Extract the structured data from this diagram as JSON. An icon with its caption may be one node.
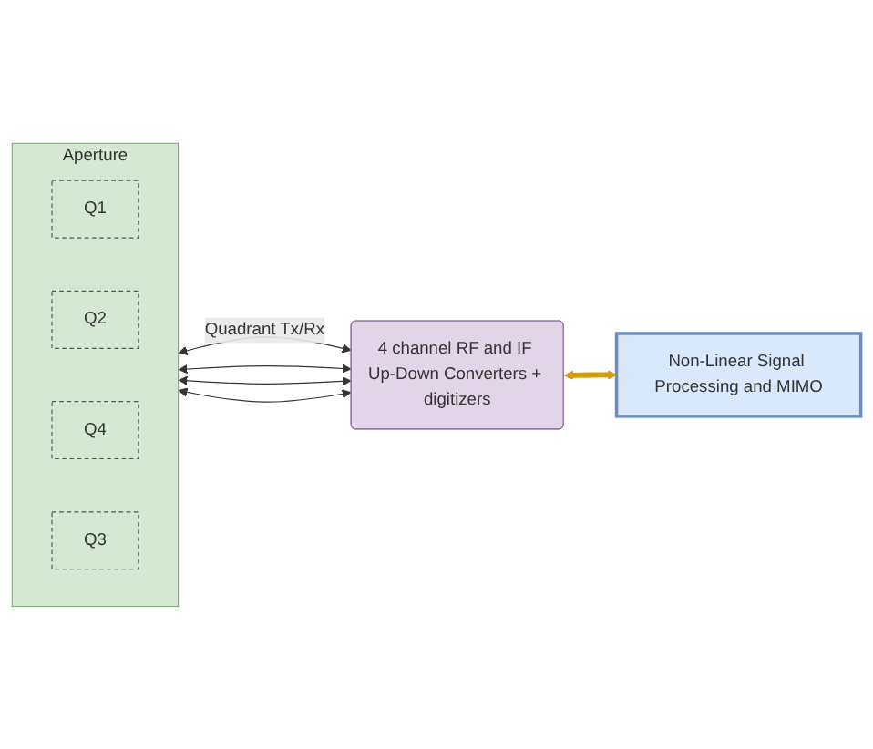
{
  "diagram": {
    "nodes": [
      {
        "text": [
          "Aperture"
        ]
      },
      {
        "text": [
          "Q1"
        ],
        "in": 0
      },
      {
        "text": [
          "Q2"
        ],
        "in": 0
      },
      {
        "text": [
          "Q4"
        ],
        "in": 0
      },
      {
        "text": [
          "Q3"
        ],
        "in": 0
      },
      {
        "text": [
          "4 channel RF and IF Up-Down Converters + digitizers"
        ]
      },
      {
        "text": [
          "Non-Linear Signal Processing and MIMO"
        ]
      }
    ],
    "edges": [
      {
        "from": 0,
        "to": 5,
        "arrow": "both",
        "label": "Quadrant Tx/Rx"
      },
      {
        "from": 0,
        "to": 5,
        "arrow": "both"
      },
      {
        "from": 0,
        "to": 5,
        "arrow": "both"
      },
      {
        "from": 0,
        "to": 5,
        "arrow": "both"
      },
      {
        "from": 5,
        "to": 6,
        "arrow": "both",
        "style": "thick",
        "color": "#d79b00"
      }
    ]
  }
}
